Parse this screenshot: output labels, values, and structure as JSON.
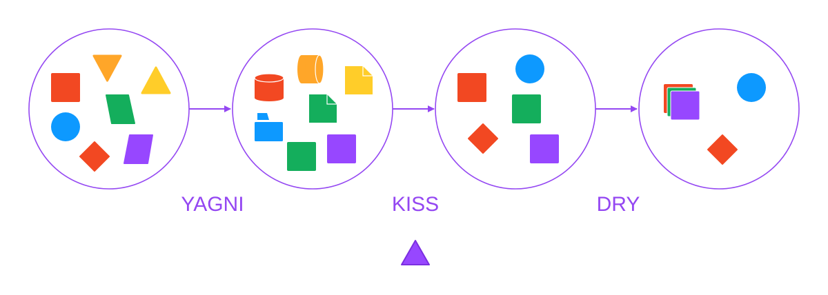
{
  "colors": {
    "accent": "#9447F2",
    "red": "#F24822",
    "orange": "#FFA629",
    "yellow": "#FFCD29",
    "green": "#14AE5C",
    "blue": "#0D99FF",
    "purple": "#9747FF"
  },
  "steps": [
    {
      "label": "YAGNI"
    },
    {
      "label": "KISS"
    },
    {
      "label": "DRY"
    }
  ],
  "stages": [
    {
      "name": "scattered-shapes",
      "shapes": [
        {
          "icon": "red-square-icon",
          "color": "red"
        },
        {
          "icon": "orange-inverted-triangle-icon",
          "color": "orange"
        },
        {
          "icon": "yellow-triangle-icon",
          "color": "yellow"
        },
        {
          "icon": "green-parallelogram-icon",
          "color": "green"
        },
        {
          "icon": "blue-circle-icon",
          "color": "blue"
        },
        {
          "icon": "red-diamond-icon",
          "color": "red"
        },
        {
          "icon": "purple-parallelogram-icon",
          "color": "purple"
        }
      ]
    },
    {
      "name": "typed-objects",
      "shapes": [
        {
          "icon": "red-cylinder-icon",
          "color": "red"
        },
        {
          "icon": "orange-cylinder-icon",
          "color": "orange"
        },
        {
          "icon": "yellow-document-icon",
          "color": "yellow"
        },
        {
          "icon": "green-document-icon",
          "color": "green"
        },
        {
          "icon": "blue-folder-icon",
          "color": "blue"
        },
        {
          "icon": "green-square-icon",
          "color": "green"
        },
        {
          "icon": "purple-square-icon",
          "color": "purple"
        }
      ]
    },
    {
      "name": "simplified-shapes",
      "shapes": [
        {
          "icon": "red-square-icon",
          "color": "red"
        },
        {
          "icon": "blue-circle-icon",
          "color": "blue"
        },
        {
          "icon": "green-square-icon",
          "color": "green"
        },
        {
          "icon": "red-diamond-icon",
          "color": "red"
        },
        {
          "icon": "purple-square-icon",
          "color": "purple"
        }
      ]
    },
    {
      "name": "deduplicated-shapes",
      "shapes": [
        {
          "icon": "stacked-squares-icon",
          "color": "purple"
        },
        {
          "icon": "blue-circle-icon",
          "color": "blue"
        },
        {
          "icon": "red-diamond-icon",
          "color": "red"
        }
      ]
    }
  ],
  "footer": {
    "icon": "purple-triangle-icon",
    "color": "purple"
  }
}
